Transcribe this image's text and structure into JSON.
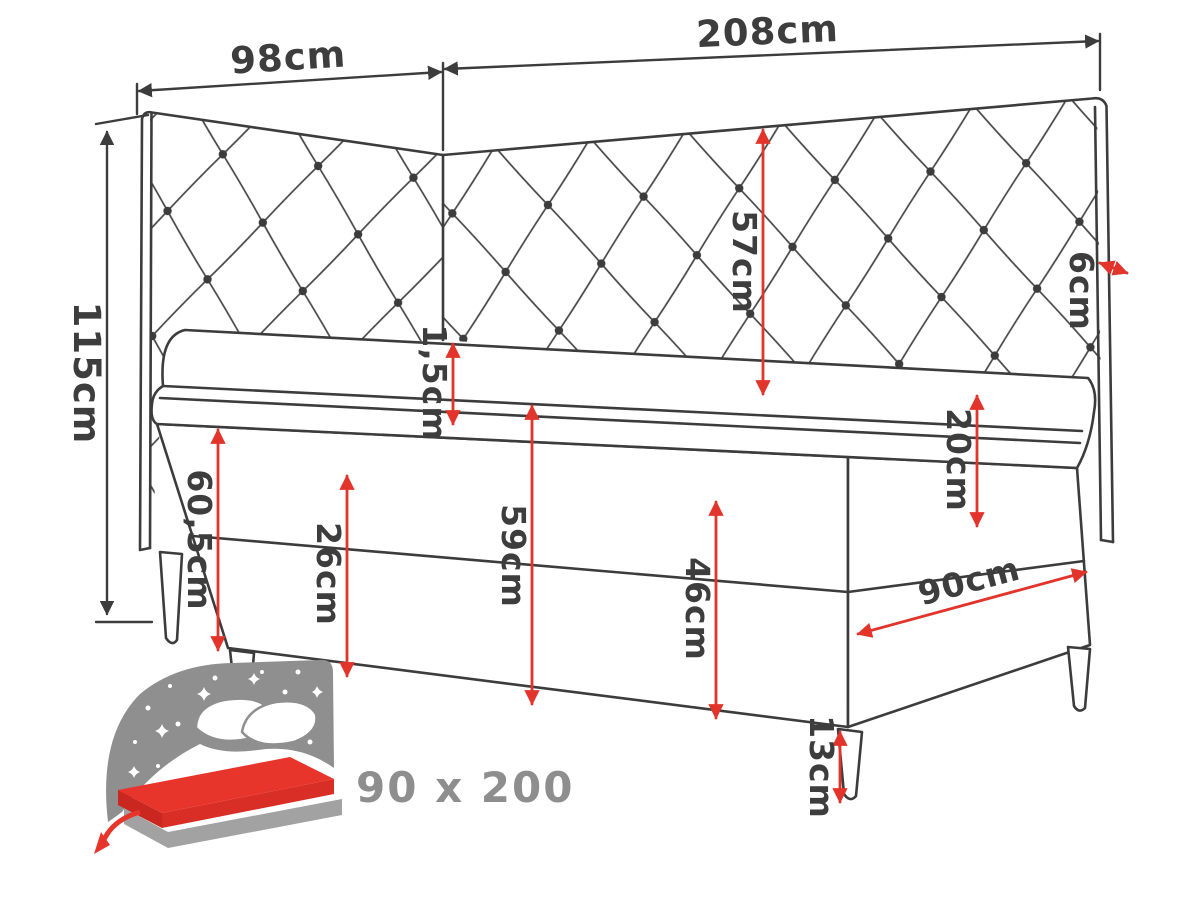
{
  "diagram": {
    "type": "corner-boxspring-bed-dimension-drawing",
    "dimensions": {
      "side_panel_width": "98cm",
      "back_panel_width": "208cm",
      "headboard_total_height": "115cm",
      "headboard_panel_height": "57cm",
      "headboard_thickness": "6cm",
      "topper_height": "1,5cm",
      "mattress_top_height": "60,5cm",
      "lower_box_height": "26cm",
      "base_total_height": "59cm",
      "front_panel_height": "46cm",
      "upper_box_height": "20cm",
      "bed_width": "90cm",
      "leg_height": "13cm"
    },
    "icon": {
      "size_label": "90 x 200"
    },
    "colors": {
      "outline": "#3c3c3c",
      "dimension_red": "#e2342b",
      "icon_grey": "#8f8f8f",
      "icon_red": "#e8352c",
      "background": "#ffffff"
    }
  }
}
